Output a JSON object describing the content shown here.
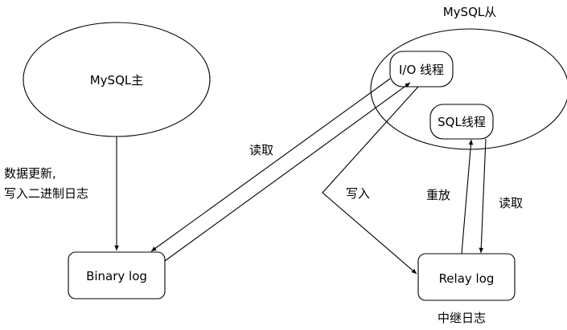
{
  "nodes": {
    "mysql_master": "MySQL主",
    "mysql_slave": "MySQL从",
    "io_thread": "I/O 线程",
    "sql_thread": "SQL线程",
    "binary_log": "Binary log",
    "relay_log": "Relay log",
    "relay_log_caption": "中继日志"
  },
  "edges": {
    "master_write_line1": "数据更新,",
    "master_write_line2": "写入二进制日志",
    "io_read": "读取",
    "io_write": "写入",
    "sql_replay": "重放",
    "sql_read": "读取"
  },
  "colors": {
    "stroke": "#000000",
    "fill": "#ffffff"
  }
}
